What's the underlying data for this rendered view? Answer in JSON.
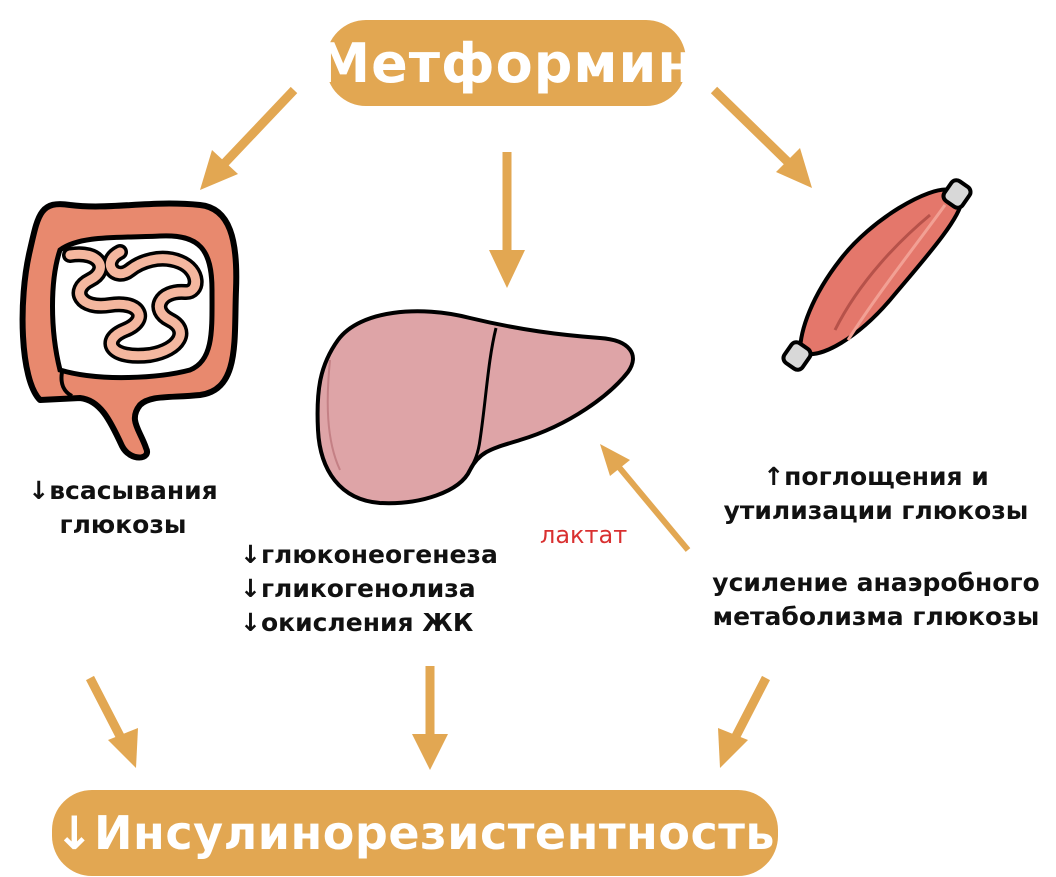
{
  "top_node": {
    "label": "Метформин"
  },
  "bottom_node": {
    "label": "↓Инсулинорезистентность"
  },
  "intestine": {
    "lines": [
      "↓всасывания",
      "глюкозы"
    ]
  },
  "liver": {
    "lines": [
      "↓глюконеогенеза",
      "↓гликогенолиза",
      "↓окисления ЖК"
    ]
  },
  "muscle": {
    "effect_lines": [
      "↑поглощения и",
      "утилизации глюкозы"
    ],
    "anaerobic_lines": [
      "усиление анаэробного",
      "метаболизма глюкозы"
    ]
  },
  "lactate": {
    "label": "лактат",
    "color": "#d93030"
  },
  "colors": {
    "accent": "#e2a752",
    "intestine": "#e8896e",
    "liver": "#d99a9e",
    "muscle": "#e4776b"
  },
  "icons": [
    "intestine-icon",
    "liver-icon",
    "muscle-icon"
  ]
}
